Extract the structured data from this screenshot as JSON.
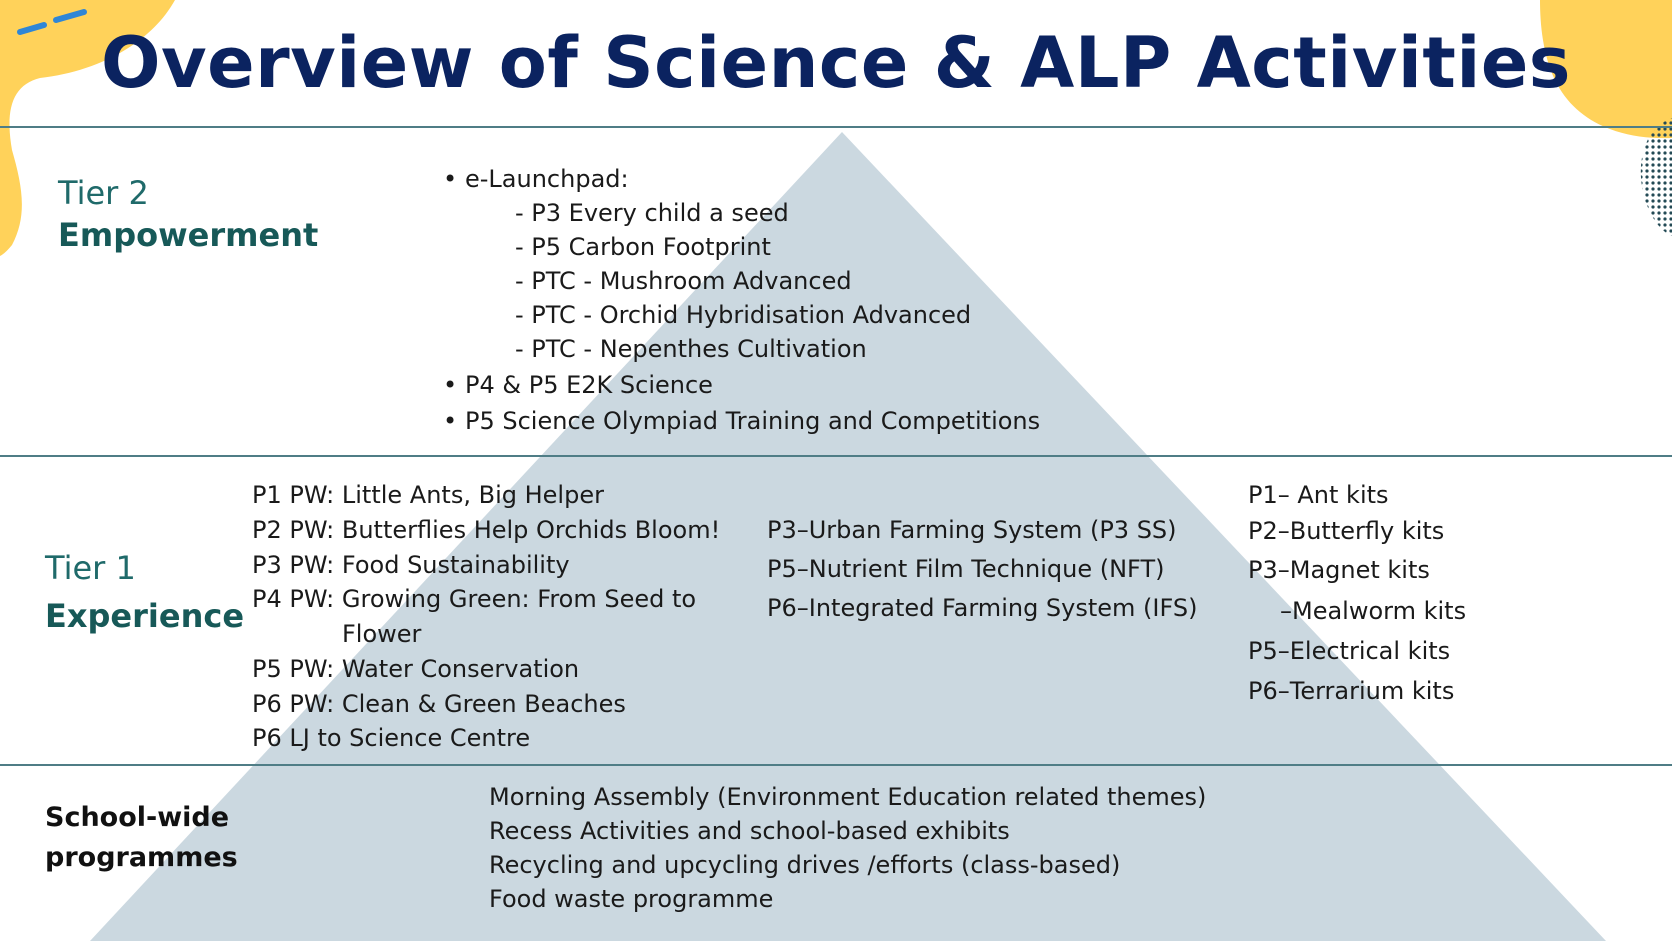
{
  "title": "Overview of Science & ALP Activities",
  "colors": {
    "title": "#0b2360",
    "tier_label": "#175958",
    "rule": "#4f7d86",
    "pyramid": "#cbd8e0",
    "accent_yellow": "#ffd25a",
    "accent_blue": "#2f86d6"
  },
  "tier2": {
    "number": "Tier 2",
    "name": "Empowerment",
    "bullets": [
      "e-Launchpad:",
      "P4 & P5 E2K Science",
      "P5 Science Olympiad Training and Competitions"
    ],
    "launchpad_items": [
      "- P3 Every child a seed",
      "- P5 Carbon Footprint",
      "- PTC - Mushroom Advanced",
      "- PTC - Orchid Hybridisation Advanced",
      "- PTC - Nepenthes Cultivation"
    ]
  },
  "tier1": {
    "number": "Tier 1",
    "name": "Experience",
    "pw_items": [
      "P1 PW: Little Ants, Big Helper",
      "P2 PW: Butterflies Help Orchids Bloom!",
      "P3 PW: Food Sustainability",
      "P4 PW: Growing Green: From Seed to",
      "Flower",
      "P5 PW: Water Conservation",
      "P6 PW: Clean & Green Beaches",
      "P6 LJ to Science Centre"
    ],
    "farming_items": [
      "P3–Urban Farming System (P3 SS)",
      "P5–Nutrient Film Technique (NFT)",
      "P6–Integrated Farming System (IFS)"
    ],
    "kits": [
      "P1– Ant kits",
      "P2–Butterfly kits",
      "P3–Magnet kits",
      "–Mealworm kits",
      "P5–Electrical kits",
      "P6–Terrarium kits"
    ]
  },
  "schoolwide": {
    "label_line1": "School-wide",
    "label_line2": "programmes",
    "items": [
      "Morning Assembly (Environment Education related themes)",
      "Recess Activities and school-based exhibits",
      "Recycling and upcycling drives /efforts (class-based)",
      "Food waste programme"
    ]
  }
}
